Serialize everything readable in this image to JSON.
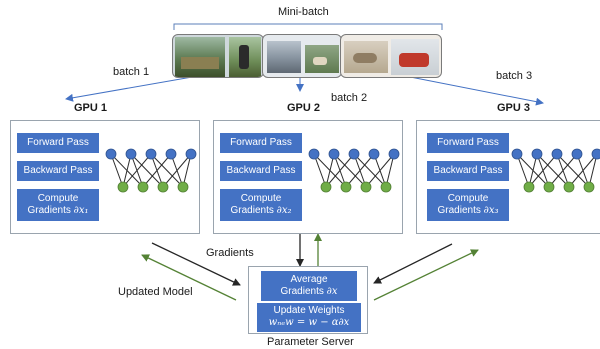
{
  "title": "Mini-batch",
  "batch_labels": [
    "batch 1",
    "batch 2",
    "batch 3"
  ],
  "gpus": [
    {
      "name": "GPU 1",
      "forward": "Forward Pass",
      "backward": "Backward Pass",
      "compute_line1": "Compute",
      "compute_line2": "Gradients",
      "grad_symbol": "∂x₁"
    },
    {
      "name": "GPU 2",
      "forward": "Forward Pass",
      "backward": "Backward Pass",
      "compute_line1": "Compute",
      "compute_line2": "Gradients",
      "grad_symbol": "∂x₂"
    },
    {
      "name": "GPU 3",
      "forward": "Forward Pass",
      "backward": "Backward Pass",
      "compute_line1": "Compute",
      "compute_line2": "Gradients",
      "grad_symbol": "∂x₃"
    }
  ],
  "labels": {
    "gradients": "Gradients",
    "updated_model": "Updated Model"
  },
  "server": {
    "name": "Parameter Server",
    "average_line1": "Average",
    "average_line2": "Gradients",
    "average_symbol": "∂x",
    "update_line1": "Update Weights",
    "update_formula": "wₙₑw = w − α∂x"
  },
  "colors": {
    "box": "#4472c4",
    "node_top": "#4472c4",
    "node_bottom": "#70ad47",
    "arrow_blue": "#4472c4",
    "arrow_green": "#548235",
    "arrow_dark": "#262626"
  }
}
